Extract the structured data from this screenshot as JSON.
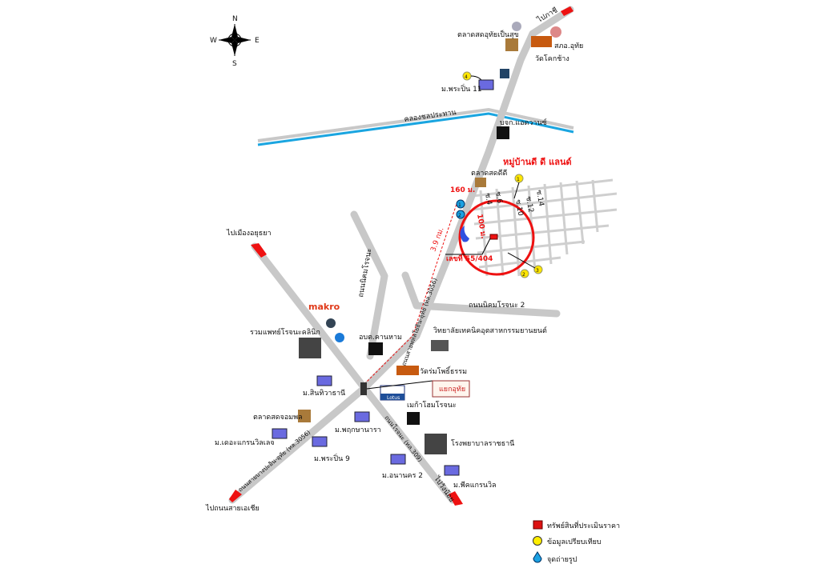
{
  "compass": {
    "n": "N",
    "s": "S",
    "e": "E",
    "w": "W"
  },
  "labels": {
    "to_phachi": "ไปภาชี",
    "market_uthai": "ตลาดสดอุทัยเป็นสุข",
    "police": "สภอ.อุทัย",
    "wat_khok_chang": "วัดโคกช้าง",
    "phrapin11": "ม.พระปิ่น 11",
    "canal": "คลองชลประทาน",
    "advance": "บจก.แอดวานซ์",
    "market_dd": "ตลาดสดดีดี",
    "village_dd": "หมู่บ้านดี ดี แลนด์",
    "dist_160": "160 ม.",
    "dist_100": "100 ม.",
    "soi10": "ซ.10",
    "soi12": "ซ.12",
    "soi14": "ซ.14",
    "soi4": "ซ.4",
    "soi6": "ซ.6",
    "address": "เลขที่ 55/404",
    "dist_39": "3.9 กม.",
    "main_road": "ถนนสายพหลโยธิน-อุทัย (ทล.3056)",
    "rojana2": "ถนนนิคมโรจนะ 2",
    "rojana_road": "ถนนนิคมโรจนะ",
    "to_ayutthaya": "ไปเมืองอยุธยา",
    "makro": "makro",
    "clinic": "รวมแพทย์โรจนะคลินิก",
    "obt": "อบต.คานหาม",
    "college": "วิทยาลัยเทคนิคอุตสาหกรรมยานยนต์",
    "wat_rom": "วัดร่มโพธิ์ธรรม",
    "junction": "แยกอุทัย",
    "lotus": "Lotus",
    "megahome": "เมก้าโฮมโรจนะ",
    "sinthiwa": "ม.สินทิวาธานี",
    "market_jomphon": "ตลาดสดจอมพล",
    "grand_village": "ม.เดอะแกรนวิลเลจ",
    "phrapin9": "ม.พระปิ่น 9",
    "pruksa": "ม.พฤกษานารา",
    "hospital": "โรงพยาบาลราชธานี",
    "ananakorn": "ม.อนานคร 2",
    "peak": "ม.พีคแกรนวิล",
    "sw_road": "ถนนสายบางปะอิน-อุทัย (ทล.3056)",
    "se_road": "ถนนโรจนะ (ทล.309)",
    "to_asia": "ไปถนนสายเอเชีย",
    "to_wangnoi": "ไปวังน้อย"
  },
  "legend": [
    {
      "label": "ทรัพย์สินที่ประเมินราคา",
      "color": "#dd1111"
    },
    {
      "label": "ข้อมูลเปรียบเทียบ",
      "color": "#ffee00"
    },
    {
      "label": "จุดถ่ายรูป",
      "color": "#1ba1e2"
    }
  ],
  "markers": {
    "c1": "1",
    "c2": "2",
    "c3": "3",
    "c4": "4",
    "p1": "1",
    "p2": "2"
  }
}
